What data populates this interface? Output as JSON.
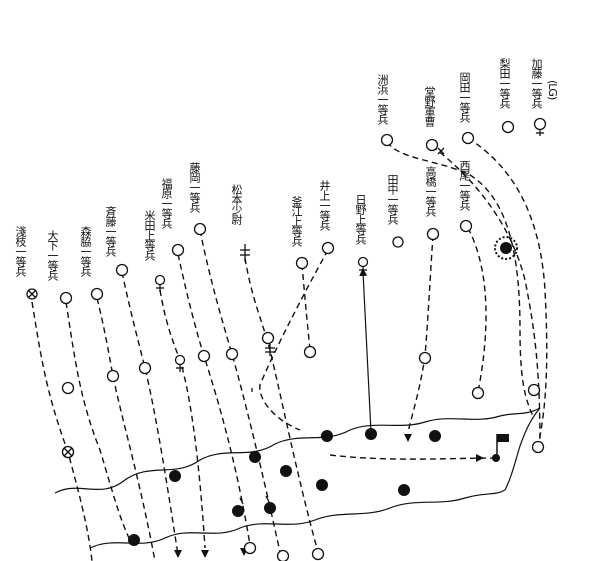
{
  "soldiers": [
    {
      "id": "asano",
      "label": "淺枝一等兵"
    },
    {
      "id": "oshita",
      "label": "大下一等兵"
    },
    {
      "id": "morishita",
      "label": "森脇一等兵"
    },
    {
      "id": "saito",
      "label": "斉藤一等兵"
    },
    {
      "id": "yoneda",
      "label": "米田上等兵"
    },
    {
      "id": "fukuhara",
      "label": "福原一等兵"
    },
    {
      "id": "fujioka",
      "label": "藤岡一等兵"
    },
    {
      "id": "matsumoto",
      "label": "松本少尉"
    },
    {
      "id": "kamae",
      "label": "釜江上等兵"
    },
    {
      "id": "inoue",
      "label": "井上一等兵"
    },
    {
      "id": "hino",
      "label": "日野上等兵"
    },
    {
      "id": "tanaka",
      "label": "田中一等兵"
    },
    {
      "id": "takahashi",
      "label": "高橋一等兵"
    },
    {
      "id": "suhama",
      "label": "洲浜一等兵"
    },
    {
      "id": "donno",
      "label": "堂野軍曹"
    },
    {
      "id": "nishio",
      "label": "西尾一等兵"
    },
    {
      "id": "okada",
      "label": "岡田一等兵"
    },
    {
      "id": "nashida",
      "label": "梨田一等兵"
    },
    {
      "id": "kato",
      "label": "加藤一等兵",
      "note": "(LG)"
    }
  ]
}
